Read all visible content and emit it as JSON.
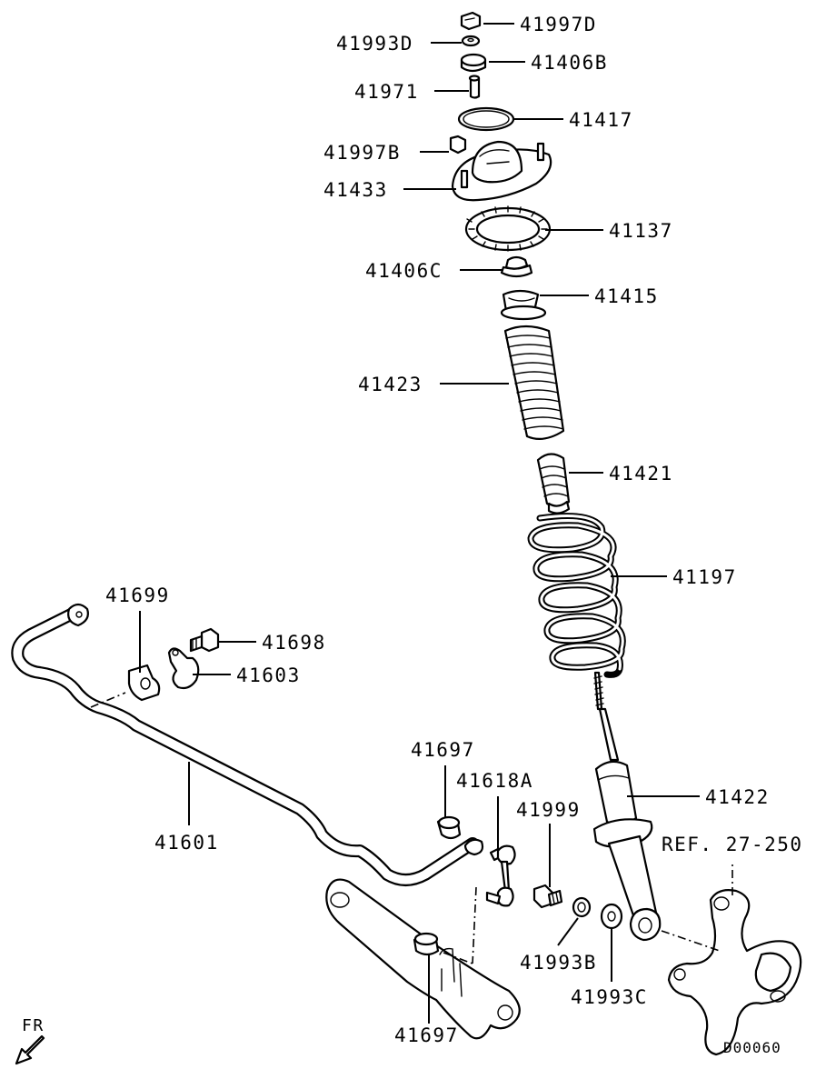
{
  "diagram_code": "D00060",
  "front_indicator": "FR",
  "reference": "REF. 27-250",
  "parts": [
    {
      "id": "nut-top",
      "number": "41997D"
    },
    {
      "id": "washer-top",
      "number": "41993D"
    },
    {
      "id": "bushing-top",
      "number": "41406B"
    },
    {
      "id": "collar",
      "number": "41971"
    },
    {
      "id": "ring",
      "number": "41417"
    },
    {
      "id": "nut-mount",
      "number": "41997B"
    },
    {
      "id": "strut-mount",
      "number": "41433"
    },
    {
      "id": "spring-seat",
      "number": "41137"
    },
    {
      "id": "bushing-lower",
      "number": "41406C"
    },
    {
      "id": "dust-cover-cap",
      "number": "41415"
    },
    {
      "id": "dust-boot",
      "number": "41423"
    },
    {
      "id": "bump-stopper",
      "number": "41421"
    },
    {
      "id": "coil-spring",
      "number": "41197"
    },
    {
      "id": "stab-bushing",
      "number": "41699"
    },
    {
      "id": "bolt-bracket",
      "number": "41698"
    },
    {
      "id": "bracket",
      "number": "41603"
    },
    {
      "id": "stab-bar",
      "number": "41601"
    },
    {
      "id": "link-bushing-upper",
      "number": "41697"
    },
    {
      "id": "stab-link",
      "number": "41618A"
    },
    {
      "id": "bolt-lower",
      "number": "41999"
    },
    {
      "id": "shock-absorber",
      "number": "41422"
    },
    {
      "id": "washer-b",
      "number": "41993B"
    },
    {
      "id": "washer-c",
      "number": "41993C"
    },
    {
      "id": "link-bushing-lower",
      "number": "41697"
    }
  ]
}
